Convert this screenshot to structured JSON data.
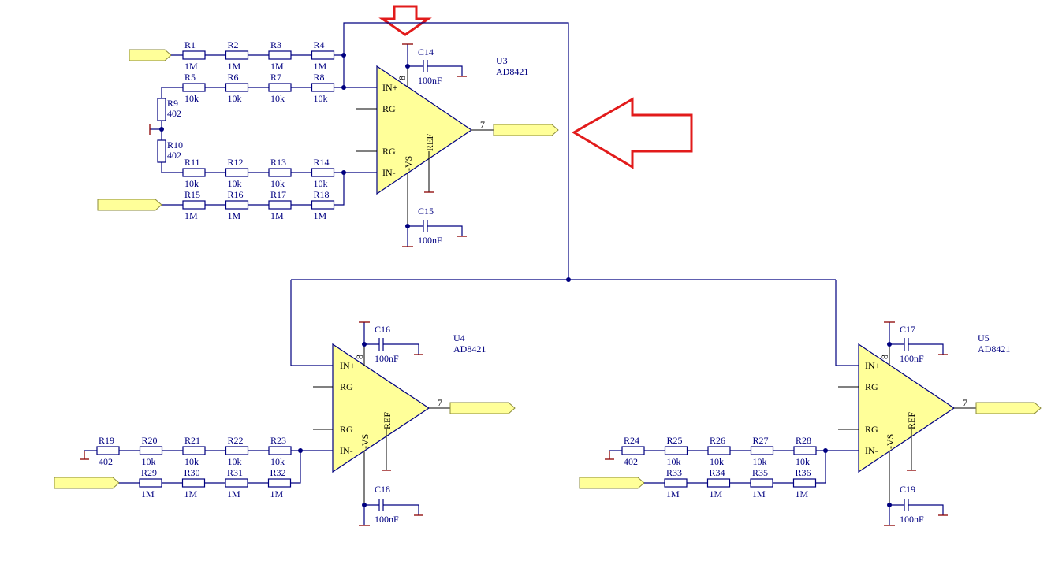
{
  "amplifiers": [
    {
      "ref": "U3",
      "part": "AD8421",
      "pins": {
        "inp": "IN+",
        "inn": "IN-",
        "rg1": "RG",
        "rg2": "RG",
        "vs": "-VS",
        "ref": "REF",
        "n8": "8",
        "out": "7"
      },
      "caps": [
        {
          "ref": "C14",
          "value": "100nF"
        },
        {
          "ref": "C15",
          "value": "100nF"
        }
      ]
    },
    {
      "ref": "U4",
      "part": "AD8421",
      "pins": {
        "inp": "IN+",
        "inn": "IN-",
        "rg1": "RG",
        "rg2": "RG",
        "vs": "-VS",
        "ref": "REF",
        "n8": "8",
        "out": "7"
      },
      "caps": [
        {
          "ref": "C16",
          "value": "100nF"
        },
        {
          "ref": "C18",
          "value": "100nF"
        }
      ]
    },
    {
      "ref": "U5",
      "part": "AD8421",
      "pins": {
        "inp": "IN+",
        "inn": "IN-",
        "rg1": "RG",
        "rg2": "RG",
        "vs": "-VS",
        "ref": "REF",
        "n8": "8",
        "out": "7"
      },
      "caps": [
        {
          "ref": "C17",
          "value": "100nF"
        },
        {
          "ref": "C19",
          "value": "100nF"
        }
      ]
    }
  ],
  "u3_resistors": {
    "row1": [
      {
        "ref": "R1",
        "value": "1M"
      },
      {
        "ref": "R2",
        "value": "1M"
      },
      {
        "ref": "R3",
        "value": "1M"
      },
      {
        "ref": "R4",
        "value": "1M"
      }
    ],
    "row2": [
      {
        "ref": "R5",
        "value": "10k"
      },
      {
        "ref": "R6",
        "value": "10k"
      },
      {
        "ref": "R7",
        "value": "10k"
      },
      {
        "ref": "R8",
        "value": "10k"
      }
    ],
    "vertical": [
      {
        "ref": "R9",
        "value": "402"
      },
      {
        "ref": "R10",
        "value": "402"
      }
    ],
    "row3": [
      {
        "ref": "R11",
        "value": "10k"
      },
      {
        "ref": "R12",
        "value": "10k"
      },
      {
        "ref": "R13",
        "value": "10k"
      },
      {
        "ref": "R14",
        "value": "10k"
      }
    ],
    "row4": [
      {
        "ref": "R15",
        "value": "1M"
      },
      {
        "ref": "R16",
        "value": "1M"
      },
      {
        "ref": "R17",
        "value": "1M"
      },
      {
        "ref": "R18",
        "value": "1M"
      }
    ]
  },
  "u4_resistors": {
    "row1": [
      {
        "ref": "R19",
        "value": "402"
      },
      {
        "ref": "R20",
        "value": "10k"
      },
      {
        "ref": "R21",
        "value": "10k"
      },
      {
        "ref": "R22",
        "value": "10k"
      },
      {
        "ref": "R23",
        "value": "10k"
      }
    ],
    "row2": [
      {
        "ref": "R29",
        "value": "1M"
      },
      {
        "ref": "R30",
        "value": "1M"
      },
      {
        "ref": "R31",
        "value": "1M"
      },
      {
        "ref": "R32",
        "value": "1M"
      }
    ]
  },
  "u5_resistors": {
    "row1": [
      {
        "ref": "R24",
        "value": "402"
      },
      {
        "ref": "R25",
        "value": "10k"
      },
      {
        "ref": "R26",
        "value": "10k"
      },
      {
        "ref": "R27",
        "value": "10k"
      },
      {
        "ref": "R28",
        "value": "10k"
      }
    ],
    "row2": [
      {
        "ref": "R33",
        "value": "1M"
      },
      {
        "ref": "R34",
        "value": "1M"
      },
      {
        "ref": "R35",
        "value": "1M"
      },
      {
        "ref": "R36",
        "value": "1M"
      }
    ]
  },
  "colors": {
    "wire": "#000080",
    "body": "#ffff99",
    "ground": "#8b0000",
    "annotation": "#e21b1b"
  }
}
